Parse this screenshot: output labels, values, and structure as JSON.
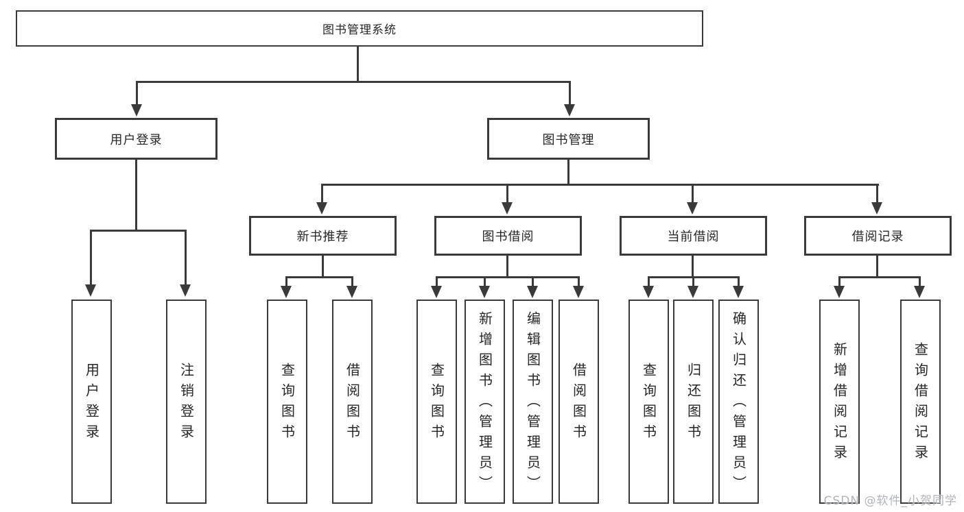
{
  "diagram_title": "图书管理系统",
  "nodes": {
    "root": "图书管理系统",
    "user_login": "用户登录",
    "book_mgmt": "图书管理",
    "new_book_rec": "新书推荐",
    "book_borrow": "图书借阅",
    "current_borrow": "当前借阅",
    "borrow_records": "借阅记录"
  },
  "leaves": {
    "user_login": [
      "用户登录",
      "注销登录"
    ],
    "new_book_rec": [
      "查询图书",
      "借阅图书"
    ],
    "book_borrow": [
      "查询图书",
      "新增图书（管理员）",
      "编辑图书（管理员）",
      "借阅图书"
    ],
    "current_borrow": [
      "查询图书",
      "归还图书",
      "确认归还（管理员）"
    ],
    "borrow_records": [
      "新增借阅记录",
      "查询借阅记录"
    ]
  },
  "watermark": "CSDN @软件_小贺同学",
  "colors": {
    "line": "#3a3a3a",
    "text": "#262626",
    "background": "#ffffff",
    "watermark": "#b0b3b9"
  }
}
